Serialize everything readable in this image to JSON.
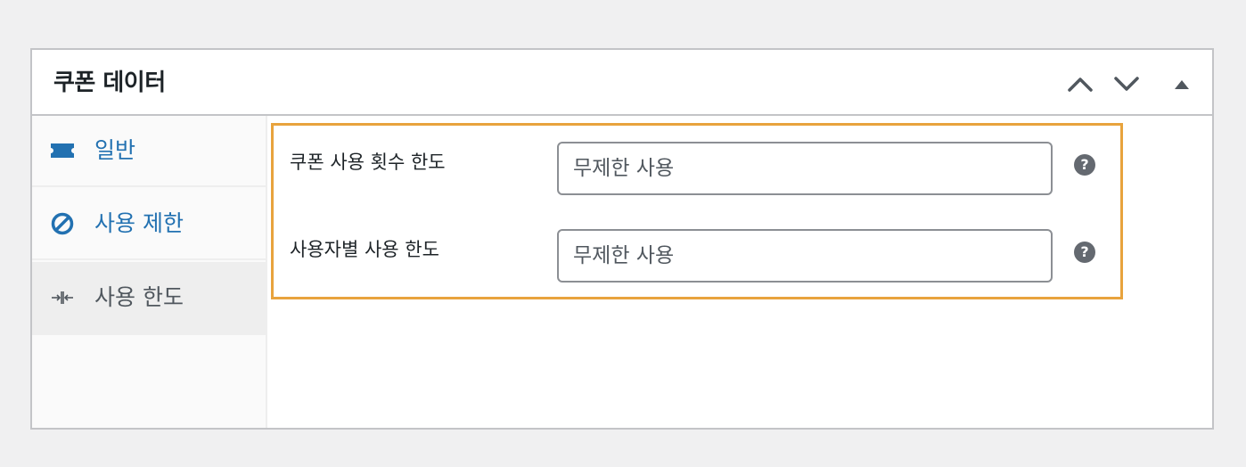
{
  "postbox": {
    "title": "쿠폰 데이터",
    "controls": {
      "move_up_icon": "chevron-up-icon",
      "move_down_icon": "chevron-down-icon",
      "toggle_icon": "triangle-up-icon"
    }
  },
  "tabs": [
    {
      "label": "일반",
      "icon": "ticket-icon",
      "active": false
    },
    {
      "label": "사용 제한",
      "icon": "block-icon",
      "active": false
    },
    {
      "label": "사용 한도",
      "icon": "collapse-arrows-icon",
      "active": true
    }
  ],
  "fields": [
    {
      "label": "쿠폰 사용 횟수 한도",
      "value": "",
      "placeholder": "무제한 사용",
      "help": "?"
    },
    {
      "label": "사용자별 사용 한도",
      "value": "",
      "placeholder": "무제한 사용",
      "help": "?"
    }
  ],
  "colors": {
    "link": "#2271b1",
    "highlight_border": "#e8a33d",
    "active_tab_bg": "#eeeeee",
    "help_icon": "#646970"
  }
}
